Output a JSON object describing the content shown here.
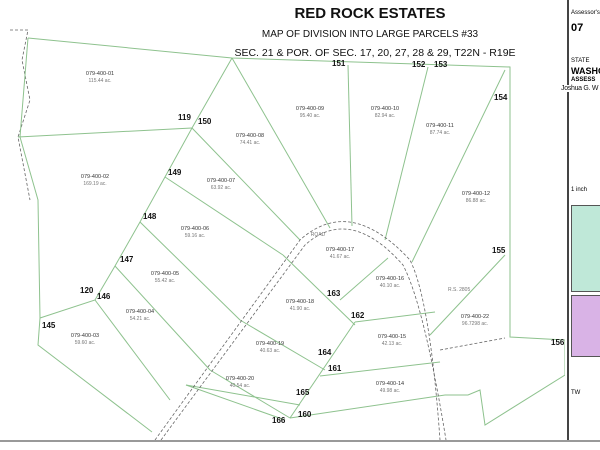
{
  "title": "RED ROCK ESTATES",
  "subtitle": "MAP OF DIVISION INTO LARGE PARCELS #33",
  "sections": "SEC. 21  &  POR. OF SEC. 17, 20, 27, 28 & 29,  T22N - R19E",
  "parcels": [
    {
      "apn": "079-400-01",
      "acres": "115.44 ac."
    },
    {
      "apn": "079-400-02",
      "acres": "169.19 ac."
    },
    {
      "apn": "079-400-09",
      "acres": "95.40 ac."
    },
    {
      "apn": "079-400-10",
      "acres": "82.94 ac."
    },
    {
      "apn": "079-400-11",
      "acres": "87.74 ac."
    },
    {
      "apn": "079-400-08",
      "acres": "74.41 ac."
    },
    {
      "apn": "079-400-07",
      "acres": "63.92 ac."
    },
    {
      "apn": "079-400-12",
      "acres": "86.88 ac."
    },
    {
      "apn": "079-400-06",
      "acres": "59.16 ac."
    },
    {
      "apn": "079-400-17",
      "acres": "41.67 ac."
    },
    {
      "apn": "079-400-05",
      "acres": "55.42 ac."
    },
    {
      "apn": "079-400-16",
      "acres": "40.10 ac."
    },
    {
      "apn": "079-400-04",
      "acres": "54.21 ac."
    },
    {
      "apn": "079-400-18",
      "acres": "41.90 ac."
    },
    {
      "apn": "079-400-22",
      "acres": "96.7298 ac."
    },
    {
      "apn": "079-400-03",
      "acres": "59.60 ac."
    },
    {
      "apn": "079-400-15",
      "acres": "42.13 ac."
    },
    {
      "apn": "079-400-19",
      "acres": "40.63 ac."
    },
    {
      "apn": "079-400-20",
      "acres": "40.54 ac."
    },
    {
      "apn": "079-400-14",
      "acres": "49.98 ac."
    }
  ],
  "corners": [
    "151",
    "152",
    "153",
    "154",
    "119",
    "150",
    "149",
    "148",
    "147",
    "120",
    "146",
    "145",
    "155",
    "163",
    "162",
    "164",
    "161",
    "165",
    "166",
    "160",
    "156"
  ],
  "survey_ref": "R.S. 2805",
  "road_label": "ROAD",
  "title_block": {
    "assessor": "Assessor's",
    "map_no": "07",
    "state": "STATE",
    "county": "WASHO",
    "office": "ASSESS",
    "name": "Joshua G. W",
    "scale": "1 inch",
    "drawn": "TW"
  },
  "colors": {
    "parcel_line": "#8ec28e",
    "road": "#666666"
  }
}
